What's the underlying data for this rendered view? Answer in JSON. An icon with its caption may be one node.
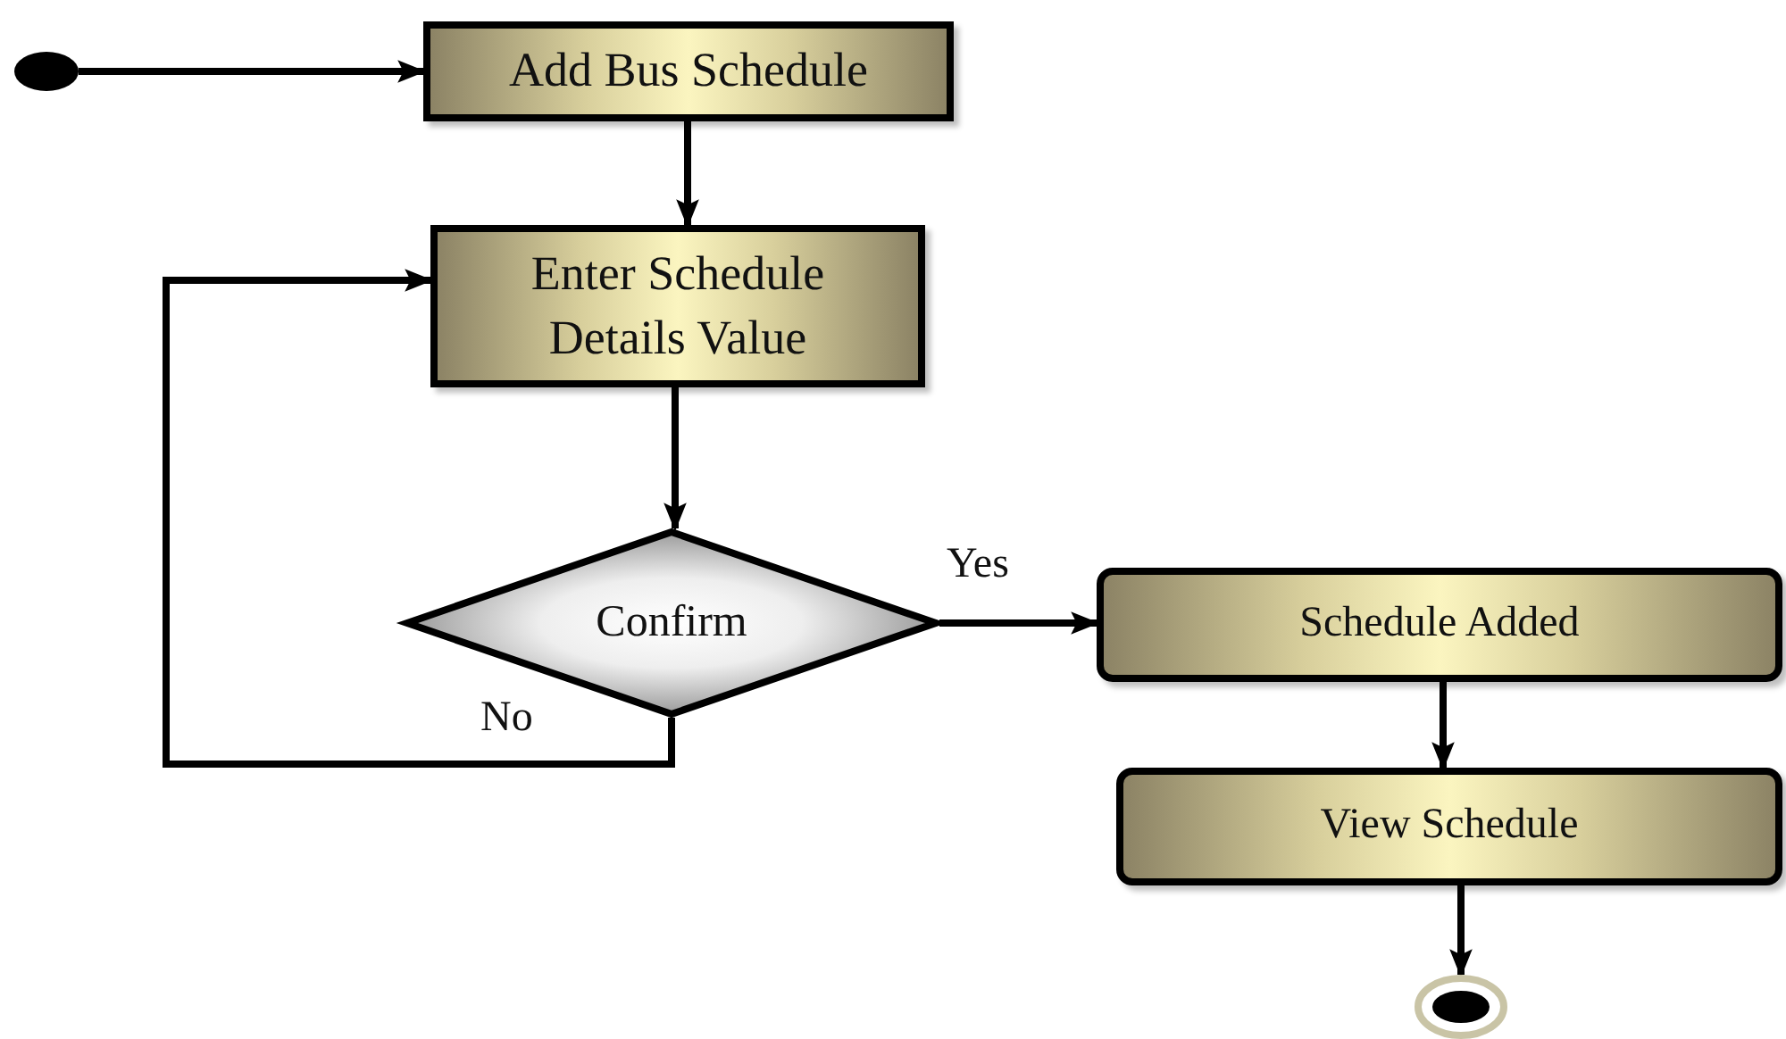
{
  "diagram": {
    "nodes": [
      {
        "text": [],
        "shape": "circle"
      },
      {
        "text": [
          "Add Bus Schedule"
        ]
      },
      {
        "text": [
          "Enter Schedule Details Value"
        ]
      },
      {
        "text": [
          "Confirm"
        ]
      },
      {
        "text": [
          "Schedule Added"
        ]
      },
      {
        "text": [
          "View Schedule"
        ]
      },
      {
        "text": [],
        "shape": "circle"
      }
    ],
    "edges": [
      {
        "from": 0,
        "to": 1,
        "arrow": "to"
      },
      {
        "from": 1,
        "to": 2,
        "arrow": "to"
      },
      {
        "from": 2,
        "to": 3,
        "arrow": "to"
      },
      {
        "from": 3,
        "to": 4,
        "arrow": "to",
        "label": "Yes"
      },
      {
        "from": 3,
        "to": 2,
        "arrow": "to",
        "label": "No"
      },
      {
        "from": 4,
        "to": 5,
        "arrow": "to"
      },
      {
        "from": 5,
        "to": 6,
        "arrow": "to"
      }
    ]
  }
}
